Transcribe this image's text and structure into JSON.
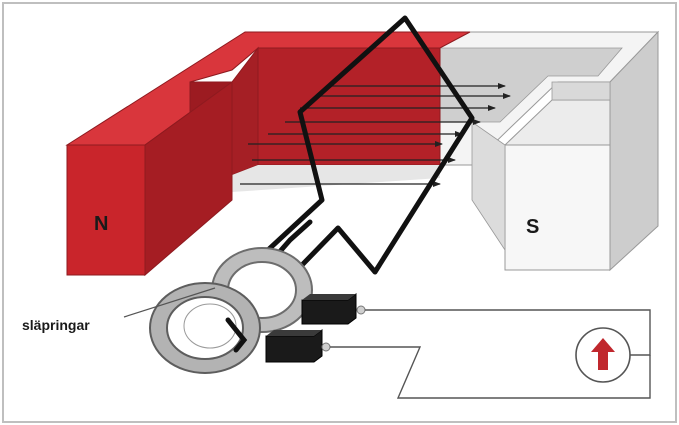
{
  "diagram": {
    "north_pole_label": "N",
    "south_pole_label": "S",
    "slip_rings_label": "släpringar"
  },
  "colors": {
    "north_magnet": "#c0272d",
    "south_magnet": "#e2e2e2",
    "frame_border": "#bfbfbf",
    "field_lines": "#222222",
    "coil": "#111111",
    "meter_arrow": "#c0272d"
  },
  "icons": {
    "meter": "upward-arrow-meter-icon"
  }
}
